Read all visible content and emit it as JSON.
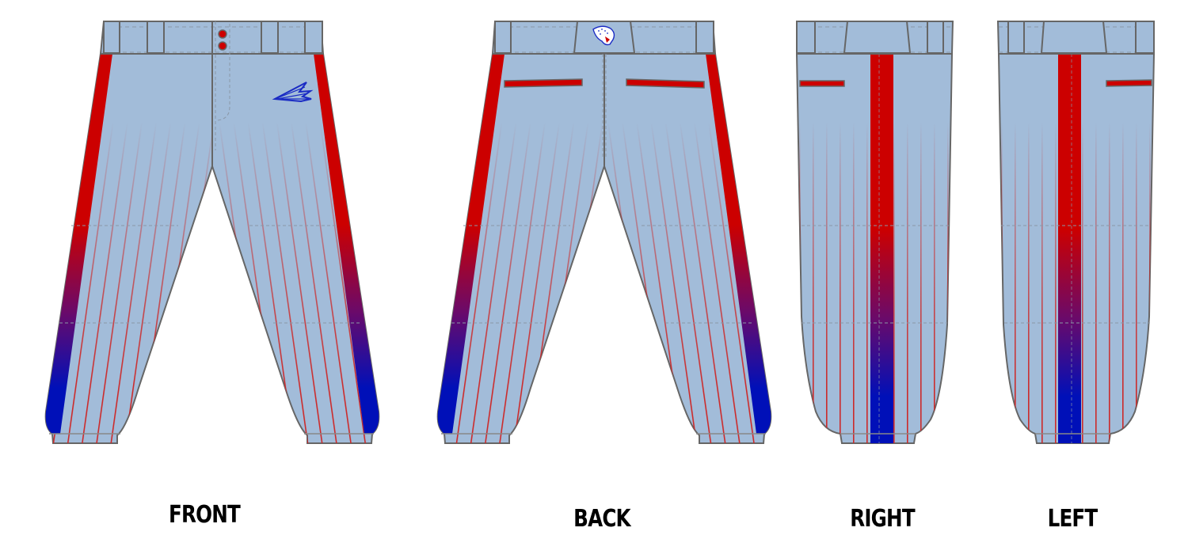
{
  "design": {
    "garment": "baseball pants",
    "colors": {
      "base": "#a2bcd9",
      "outline": "#666666",
      "stitch": "#8a97a6",
      "stripe_top": "#cc0000",
      "stripe_mid": "#6a0a7a",
      "stripe_bottom": "#0010b8",
      "pinstripe": "#cc2a2a",
      "button": "#cc0000",
      "logo": "#1a2bc4"
    },
    "logos": {
      "front": "trident-arrow-logo",
      "back": "jaguar-head-logo"
    }
  },
  "views": [
    {
      "id": "front",
      "label": "FRONT"
    },
    {
      "id": "back",
      "label": "BACK"
    },
    {
      "id": "right",
      "label": "RIGHT"
    },
    {
      "id": "left",
      "label": "LEFT"
    }
  ]
}
